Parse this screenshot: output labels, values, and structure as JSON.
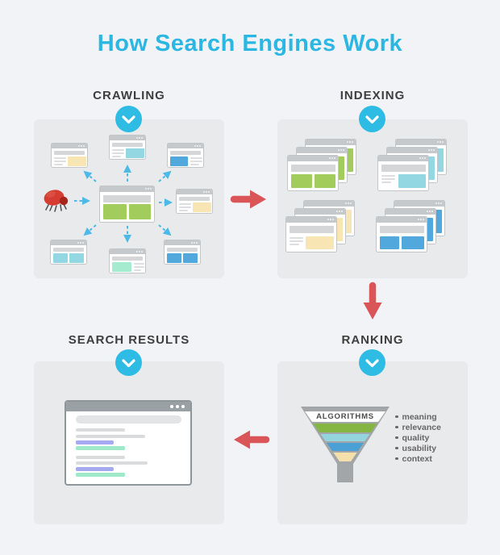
{
  "title": "How Search Engines Work",
  "sections": {
    "crawling": {
      "label": "CRAWLING"
    },
    "indexing": {
      "label": "INDEXING"
    },
    "search_results": {
      "label": "SEARCH RESULTS"
    },
    "ranking": {
      "label": "RANKING",
      "funnel_label": "ALGORITHMS",
      "criteria": [
        "meaning",
        "relevance",
        "quality",
        "usability",
        "context"
      ]
    }
  },
  "colors": {
    "accent_cyan": "#2bb7e2",
    "arrow_red": "#d95558",
    "dashed_arrow_cyan": "#4cb9e6",
    "page_green": "#a2cc5c",
    "page_blue": "#51a8dc",
    "page_light_cyan": "#92d7e2",
    "page_yellow": "#f7e6b3",
    "page_mint": "#a4ebcf",
    "result_purple": "#a4a9f0",
    "result_mint": "#9fe9c9",
    "funnel_gray": "#a2a6a8",
    "funnel_green": "#85b542",
    "funnel_cyan": "#93d4de",
    "funnel_blue": "#4aa0d5",
    "funnel_cream": "#f5e0ac",
    "card_bg": "#e9eaec",
    "page_bg": "#f2f3f6"
  }
}
